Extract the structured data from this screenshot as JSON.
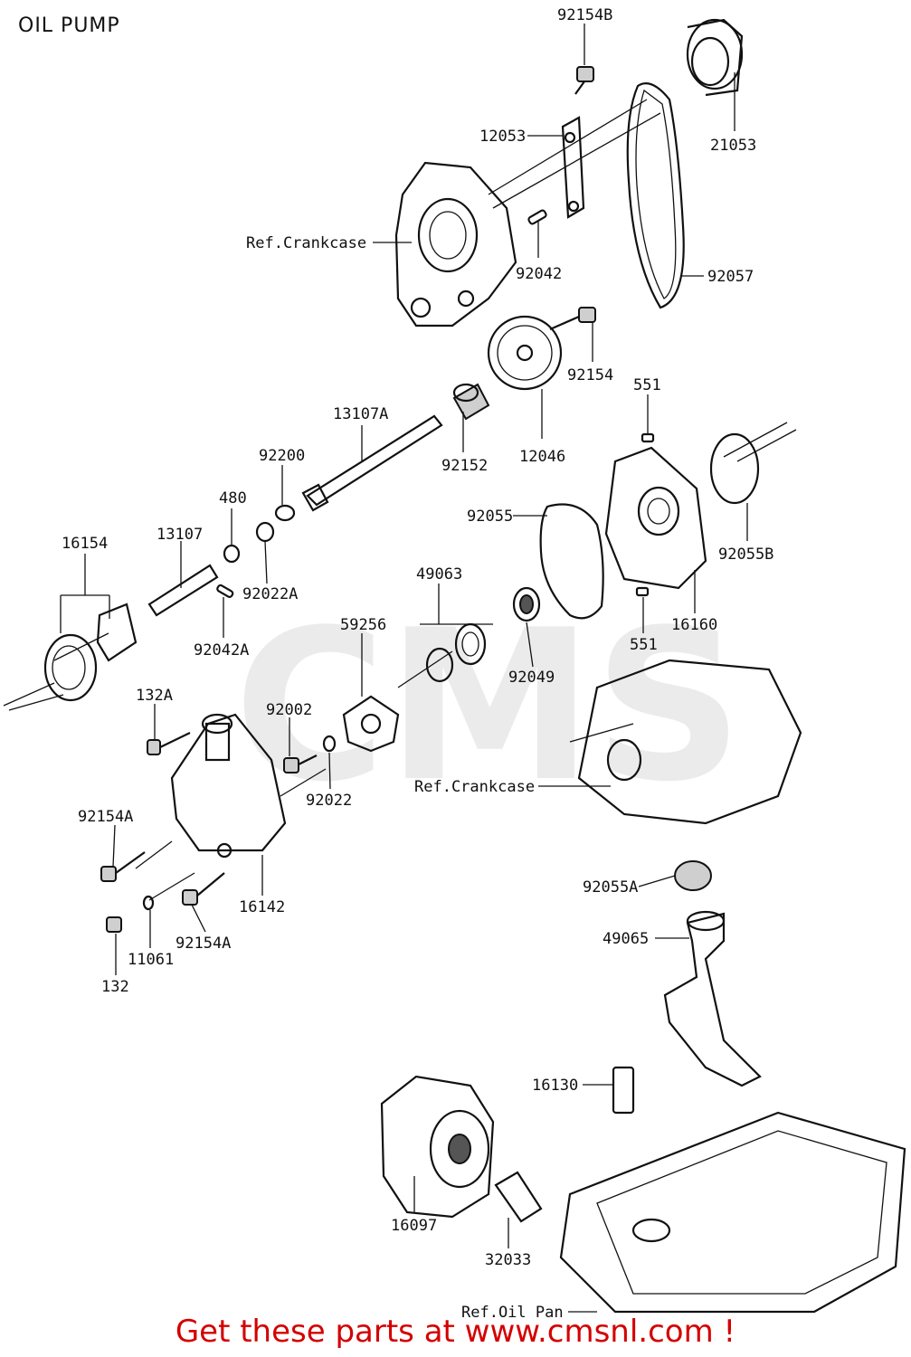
{
  "title": "OIL PUMP",
  "footer": "Get these parts at www.cmsnl.com !",
  "watermark": "CMS",
  "colors": {
    "footer": "#d40000",
    "ink": "#111111"
  },
  "labels": {
    "p92154B": "92154B",
    "p12053": "12053",
    "p21053": "21053",
    "refCrankcaseTop": "Ref.Crankcase",
    "p92042": "92042",
    "p92057": "92057",
    "p92154": "92154",
    "p551a": "551",
    "p13107A": "13107A",
    "p92152": "92152",
    "p12046": "12046",
    "p92200": "92200",
    "p480": "480",
    "p92055": "92055",
    "p92055B": "92055B",
    "p16154": "16154",
    "p13107": "13107",
    "p92022A": "92022A",
    "p49063": "49063",
    "p16160": "16160",
    "p92042A": "92042A",
    "p59256": "59256",
    "p551b": "551",
    "p92049": "92049",
    "p132A": "132A",
    "p92002": "92002",
    "p92022": "92022",
    "refCrankcaseMid": "Ref.Crankcase",
    "p92154A1": "92154A",
    "p16142": "16142",
    "p92055A": "92055A",
    "p11061": "11061",
    "p92154A2": "92154A",
    "p49065": "49065",
    "p132": "132",
    "p16130": "16130",
    "p16097": "16097",
    "p32033": "32033",
    "refOilPan": "Ref.Oil Pan"
  }
}
